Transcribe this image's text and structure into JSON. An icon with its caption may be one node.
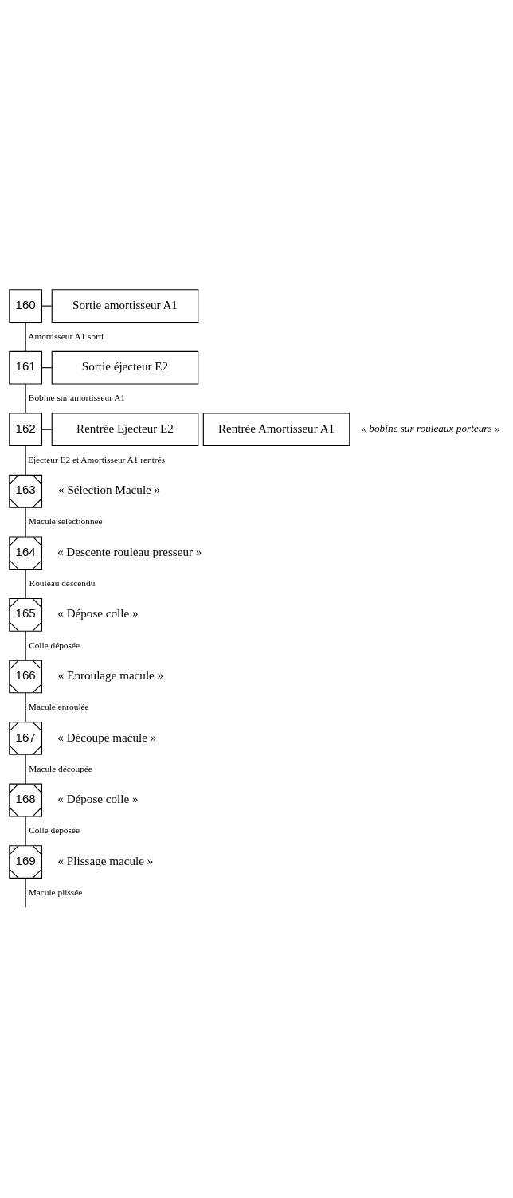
{
  "diagram": {
    "nodes": [
      {
        "text": [
          "160"
        ]
      },
      {
        "text": [
          "Sortie amortisseur A1"
        ]
      },
      {
        "text": [
          "161"
        ]
      },
      {
        "text": [
          "Sortie éjecteur E2"
        ]
      },
      {
        "text": [
          "162"
        ]
      },
      {
        "text": [
          "Rentrée Ejecteur E2"
        ]
      },
      {
        "text": [
          "Rentrée Amortisseur A1"
        ]
      },
      {
        "text": [
          "163"
        ],
        "beside": [
          "« Sélection Macule »"
        ]
      },
      {
        "text": [
          "164"
        ],
        "beside": [
          "« Descente rouleau presseur »"
        ]
      },
      {
        "text": [
          "165"
        ],
        "beside": [
          "« Dépose colle »"
        ]
      },
      {
        "text": [
          "166"
        ],
        "beside": [
          "« Enroulage macule »"
        ]
      },
      {
        "text": [
          "167"
        ],
        "beside": [
          "« Découpe macule »"
        ]
      },
      {
        "text": [
          "168"
        ],
        "beside": [
          "« Dépose colle »"
        ]
      },
      {
        "text": [
          "169"
        ],
        "beside": [
          "« Plissage macule »"
        ]
      }
    ],
    "edges": [
      {
        "from": 0,
        "to": 1,
        "arrow": "none"
      },
      {
        "from": 0,
        "to": 2,
        "arrow": "none",
        "label": "Amortisseur A1 sorti"
      },
      {
        "from": 2,
        "to": 3,
        "arrow": "none"
      },
      {
        "from": 2,
        "to": 4,
        "arrow": "none",
        "label": "Bobine sur amortisseur A1"
      },
      {
        "from": 4,
        "to": 5,
        "arrow": "none"
      },
      {
        "from": 4,
        "to": 7,
        "arrow": "none",
        "label": "Ejecteur E2 et Amortisseur A1 rentrés"
      },
      {
        "from": 7,
        "to": 8,
        "arrow": "none",
        "label": "Macule sélectionnée"
      },
      {
        "from": 8,
        "to": 9,
        "arrow": "none",
        "label": "Rouleau descendu"
      },
      {
        "from": 9,
        "to": 10,
        "arrow": "none",
        "label": "Colle déposée"
      },
      {
        "from": 10,
        "to": 11,
        "arrow": "none",
        "label": "Macule enroulée"
      },
      {
        "from": 11,
        "to": 12,
        "arrow": "none",
        "label": "Macule découpée"
      },
      {
        "from": 12,
        "to": 13,
        "arrow": "none",
        "label": "Colle déposée"
      },
      {
        "from": 13,
        "to": null,
        "arrow": "none",
        "label": "Macule plissée"
      }
    ],
    "labels": [
      "« bobine sur rouleaux porteurs »"
    ]
  }
}
